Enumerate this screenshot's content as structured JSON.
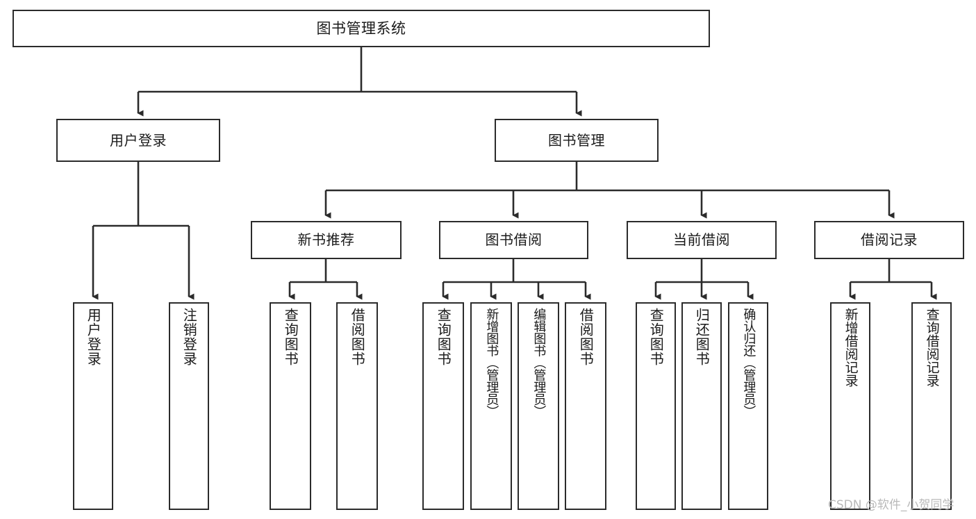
{
  "diagram": {
    "type": "tree-hierarchy",
    "title": "图书管理系统",
    "root": {
      "label": "图书管理系统"
    },
    "level1": [
      {
        "label": "用户登录"
      },
      {
        "label": "图书管理"
      }
    ],
    "level2": [
      {
        "label": "新书推荐",
        "parent": "图书管理"
      },
      {
        "label": "图书借阅",
        "parent": "图书管理"
      },
      {
        "label": "当前借阅",
        "parent": "图书管理"
      },
      {
        "label": "借阅记录",
        "parent": "图书管理"
      }
    ],
    "leaves": {
      "user_login": [
        {
          "label": "用户登录"
        },
        {
          "label": "注销登录"
        }
      ],
      "new_book_recommend": [
        {
          "label": "查询图书"
        },
        {
          "label": "借阅图书"
        }
      ],
      "book_borrow": [
        {
          "label": "查询图书"
        },
        {
          "label": "新增图书（管理员）"
        },
        {
          "label": "编辑图书（管理员）"
        },
        {
          "label": "借阅图书"
        }
      ],
      "current_borrow": [
        {
          "label": "查询图书"
        },
        {
          "label": "归还图书"
        },
        {
          "label": "确认归还（管理员）"
        }
      ],
      "borrow_record": [
        {
          "label": "新增借阅记录"
        },
        {
          "label": "查询借阅记录"
        }
      ]
    }
  },
  "watermark": {
    "text": "CSDN @软件_小贺同学"
  },
  "colors": {
    "border": "#2b2b2b",
    "background": "#ffffff",
    "text": "#1a1a1a",
    "watermark": "#b9b9b9"
  }
}
